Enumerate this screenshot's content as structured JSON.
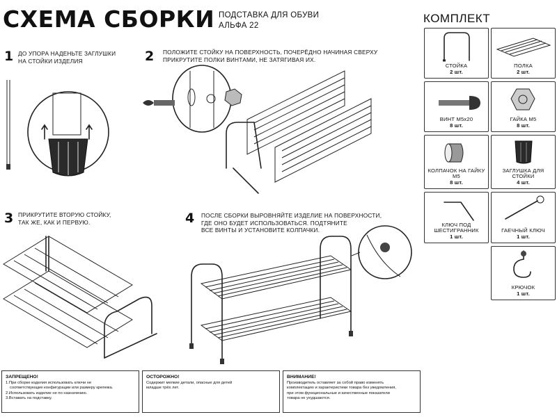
{
  "header": {
    "title": "СХЕМА СБОРКИ",
    "subtitle_line1": "ПОДСТАВКА ДЛЯ ОБУВИ",
    "subtitle_line2": "АЛЬФА 22"
  },
  "steps": [
    {
      "number": "1",
      "line1": "ДО УПОРА НАДЕНЬТЕ ЗАГЛУШКИ",
      "line2": "НА СТОЙКИ ИЗДЕЛИЯ",
      "line3": ""
    },
    {
      "number": "2",
      "line1": "ПОЛОЖИТЕ СТОЙКУ НА ПОВЕРХНОСТЬ, ПОЧЕРЁДНО НАЧИНАЯ СВЕРХУ",
      "line2": "ПРИКРУТИТЕ ПОЛКИ ВИНТАМИ, НЕ ЗАТЯГИВАЯ ИХ.",
      "line3": ""
    },
    {
      "number": "3",
      "line1": "ПРИКРУТИТЕ ВТОРУЮ СТОЙКУ,",
      "line2": "ТАК ЖЕ, КАК И ПЕРВУЮ.",
      "line3": ""
    },
    {
      "number": "4",
      "line1": "ПОСЛЕ СБОРКИ ВЫРОВНЯЙТЕ ИЗДЕЛИЕ НА ПОВЕРХНОСТИ,",
      "line2": "ГДЕ ОНО БУДЕТ ИСПОЛЬЗОВАТЬСЯ. ПОДТЯНИТЕ",
      "line3": "ВСЕ ВИНТЫ И УСТАНОВИТЕ КОЛПАЧКИ."
    }
  ],
  "kit": {
    "title": "КОМПЛЕКТ ПОСТАВКИ",
    "items": [
      {
        "name": "СТОЙКА",
        "qty": "2 шт.",
        "icon": "stand-icon"
      },
      {
        "name": "ПОЛКА",
        "qty": "2 шт.",
        "icon": "shelf-icon"
      },
      {
        "name": "ВИНТ М5х20",
        "qty": "8 шт.",
        "icon": "screw-icon"
      },
      {
        "name": "ГАЙКА М5",
        "qty": "8 шт.",
        "icon": "nut-icon"
      },
      {
        "name": "КОЛПАЧОК НА ГАЙКУ М5",
        "qty": "8 шт.",
        "icon": "cap-icon"
      },
      {
        "name": "ЗАГЛУШКА ДЛЯ СТОЙКИ",
        "qty": "4 шт.",
        "icon": "plug-icon"
      },
      {
        "name": "КЛЮЧ ПОД ШЕСТИГРАННИК",
        "qty": "1 шт.",
        "icon": "hex-key-icon"
      },
      {
        "name": "ГАЕЧНЫЙ КЛЮЧ",
        "qty": "1 шт.",
        "icon": "wrench-icon"
      },
      {
        "name": "КРЮЧОК",
        "qty": "1 шт.",
        "icon": "hook-icon"
      }
    ]
  },
  "notices": [
    {
      "title": "ЗАПРЕЩЕНО!",
      "lines": [
        "1.При сборке изделия использовать ключи не",
        "соответствующие конфигурации или размеру крепежа.",
        "2.Использовать изделие не по назначению.",
        "3.Вставать на подставку."
      ]
    },
    {
      "title": "ОСТОРОЖНО!",
      "lines": [
        "Содержит мелкие детали, опасные для детей",
        "младше трёх лет.",
        "",
        ""
      ]
    },
    {
      "title": "ВНИМАНИЕ!",
      "lines": [
        "Производитель оставляет за собой право изменять",
        "комплектацию и характеристики товара без уведомления,",
        "при этом функциональные и качественные показатели",
        "товара не ухудшаются."
      ]
    }
  ]
}
